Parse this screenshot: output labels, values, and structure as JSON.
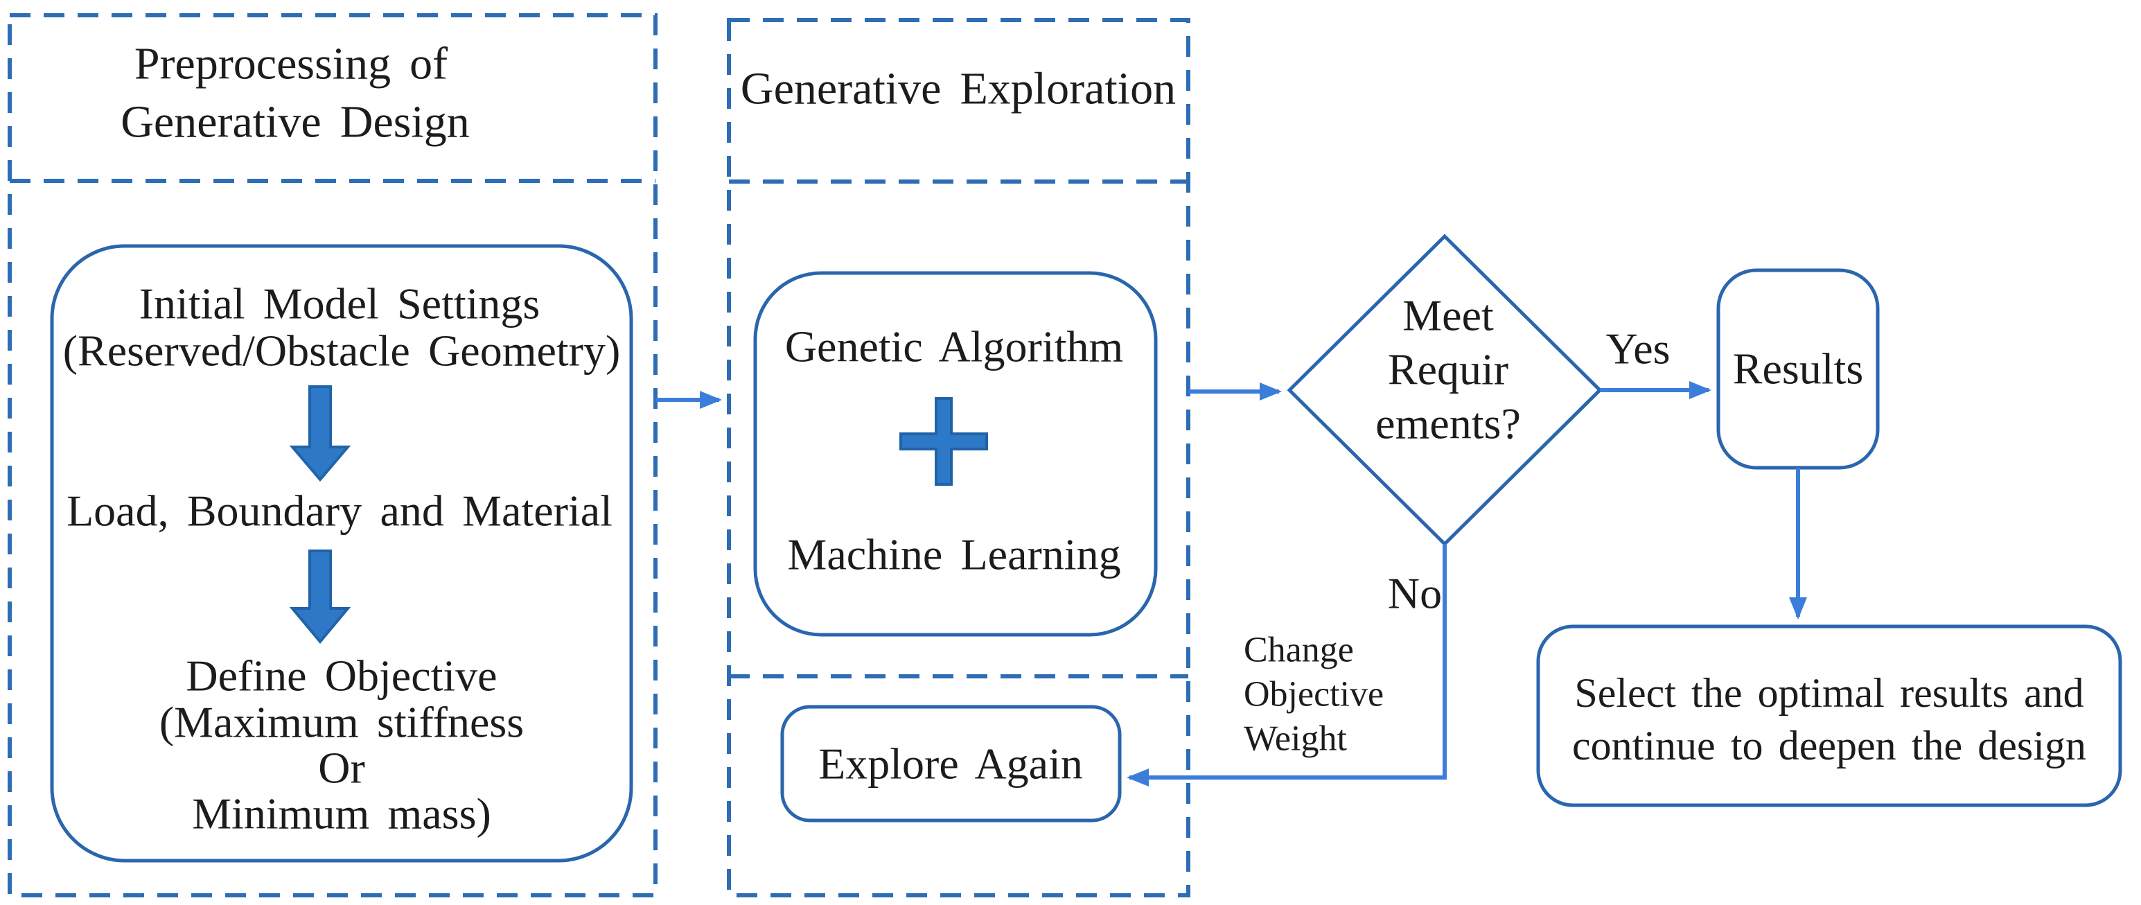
{
  "diagram": {
    "preprocessing": {
      "title_line1": "Preprocessing of",
      "title_line2": "Generative Design",
      "step1_line1": "Initial Model Settings",
      "step1_line2": "(Reserved/Obstacle Geometry)",
      "step2": "Load, Boundary and Material",
      "step3_line1": "Define Objective",
      "step3_line2": "(Maximum stiffness",
      "step3_line3": "Or",
      "step3_line4": "Minimum mass)"
    },
    "exploration": {
      "title": "Generative Exploration",
      "engine_line1": "Genetic Algorithm",
      "engine_line2": "Machine Learning",
      "explore_again": "Explore Again"
    },
    "decision": {
      "line1": "Meet",
      "line2": "Requir",
      "line3": "ements?",
      "yes_label": "Yes",
      "no_label": "No",
      "feedback_line1": "Change",
      "feedback_line2": "Objective",
      "feedback_line3": "Weight"
    },
    "results": {
      "label": "Results",
      "final_line1": "Select the optimal results and",
      "final_line2": "continue to deepen the design"
    },
    "icons": {
      "plus": "plus-icon",
      "down_arrow": "down-arrow-icon"
    },
    "colors": {
      "dashed_border": "#2E6DB5",
      "node_border": "#2A66AD",
      "thin_arrow": "#3B7ED9",
      "thick_shape_fill": "#2E78C8",
      "text": "#1C1C1C",
      "background": "#FFFFFF"
    }
  }
}
